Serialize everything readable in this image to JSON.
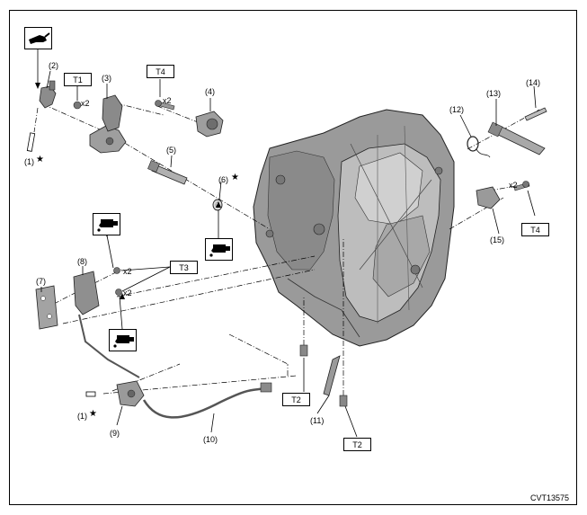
{
  "figure_code": "CVT13575",
  "callouts": [
    {
      "id": "c1a",
      "text": "(1)"
    },
    {
      "id": "c2",
      "text": "(2)"
    },
    {
      "id": "c3",
      "text": "(3)"
    },
    {
      "id": "c4",
      "text": "(4)"
    },
    {
      "id": "c5",
      "text": "(5)"
    },
    {
      "id": "c6",
      "text": "(6)"
    },
    {
      "id": "c7",
      "text": "(7)"
    },
    {
      "id": "c8",
      "text": "(8)"
    },
    {
      "id": "c9",
      "text": "(9)"
    },
    {
      "id": "c10",
      "text": "(10)"
    },
    {
      "id": "c11",
      "text": "(11)"
    },
    {
      "id": "c12",
      "text": "(12)"
    },
    {
      "id": "c13",
      "text": "(13)"
    },
    {
      "id": "c14",
      "text": "(14)"
    },
    {
      "id": "c15",
      "text": "(15)"
    },
    {
      "id": "c1b",
      "text": "(1)"
    }
  ],
  "star_symbol": "★",
  "torque_labels": {
    "t1": "T1",
    "t4_left": "T4",
    "t4_right": "T4",
    "t3": "T3",
    "t2_left": "T2",
    "t2_right": "T2"
  },
  "quantity_labels": {
    "q_t1": "x2",
    "q_t4_left": "x2",
    "q_t4_right": "x2",
    "q_t3_upper": "x2",
    "q_t3_lower": "x2"
  },
  "icons": {
    "grease": "grease-icon",
    "sealant": "liquid-gasket-icon"
  }
}
